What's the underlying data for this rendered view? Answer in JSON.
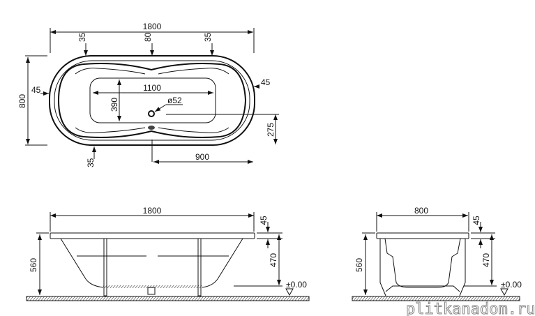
{
  "top_view": {
    "length": "1800",
    "width": "800",
    "rim_left": "45",
    "rim_right": "45",
    "rim_top_left": "35",
    "rim_top_center": "80",
    "rim_top_right": "35",
    "rim_bottom": "35",
    "basin_length": "1100",
    "basin_width": "390",
    "drain_diameter": "ø52",
    "drain_offset_y": "275",
    "drain_offset_x": "900"
  },
  "side_view": {
    "length": "1800",
    "rim_height": "45",
    "total_height": "560",
    "inner_height": "470",
    "floor_level": "±0.00"
  },
  "end_view": {
    "width": "800",
    "rim_height": "45",
    "total_height": "560",
    "inner_height": "470",
    "floor_level": "±0.00"
  },
  "watermark": "plitkanadom.ru"
}
